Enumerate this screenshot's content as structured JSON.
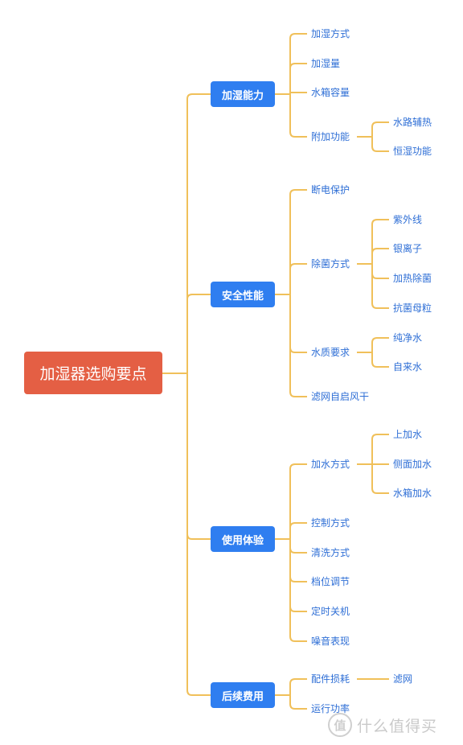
{
  "root": "加湿器选购要点",
  "branches": {
    "humidify": {
      "label": "加湿能力",
      "items": {
        "mode": "加湿方式",
        "amount": "加湿量",
        "tank": "水箱容量",
        "extra": {
          "label": "附加功能",
          "children": [
            "水路辅热",
            "恒湿功能"
          ]
        }
      }
    },
    "safety": {
      "label": "安全性能",
      "items": {
        "poweroff": "断电保护",
        "sterilize": {
          "label": "除菌方式",
          "children": [
            "紫外线",
            "银离子",
            "加热除菌",
            "抗菌母粒"
          ]
        },
        "water": {
          "label": "水质要求",
          "children": [
            "纯净水",
            "自来水"
          ]
        },
        "filter_dry": "滤网自启风干"
      }
    },
    "experience": {
      "label": "使用体验",
      "items": {
        "fill": {
          "label": "加水方式",
          "children": [
            "上加水",
            "侧面加水",
            "水箱加水"
          ]
        },
        "control": "控制方式",
        "clean": "清洗方式",
        "gear": "档位调节",
        "timer": "定时关机",
        "noise": "噪音表现"
      }
    },
    "cost": {
      "label": "后续费用",
      "items": {
        "parts": {
          "label": "配件损耗",
          "children": [
            "滤网"
          ]
        },
        "power": "运行功率"
      }
    }
  },
  "watermark": {
    "logo": "值",
    "text": "什么值得买"
  },
  "colors": {
    "root": "#e45f44",
    "category": "#2f7ef0",
    "leaf_text": "#2f6fd6",
    "connector": "#f0c05a"
  }
}
